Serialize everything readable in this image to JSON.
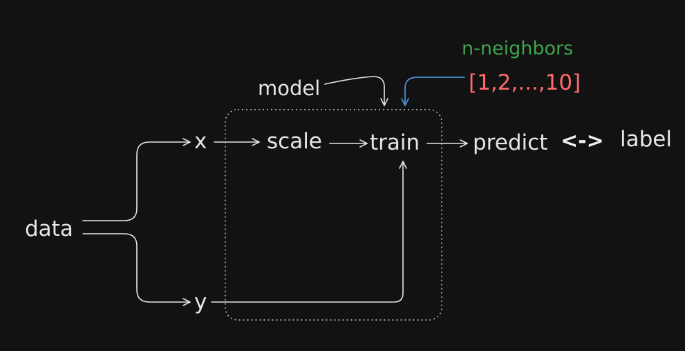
{
  "diagram": {
    "nodes": {
      "data": "data",
      "x": "x",
      "y": "y",
      "scale": "scale",
      "train": "train",
      "predict": "predict",
      "label": "label",
      "model": "model"
    },
    "hyperparameter": {
      "name": "n-neighbors",
      "values": "[1,2,...,10]"
    },
    "bidirectional_symbol": "<->",
    "colors": {
      "background": "#121212",
      "text": "#e6e6e6",
      "hyperparameter_name": "#3fa34d",
      "hyperparameter_values": "#ff6b6b",
      "hyperparameter_arrow": "#4a90d9"
    }
  }
}
